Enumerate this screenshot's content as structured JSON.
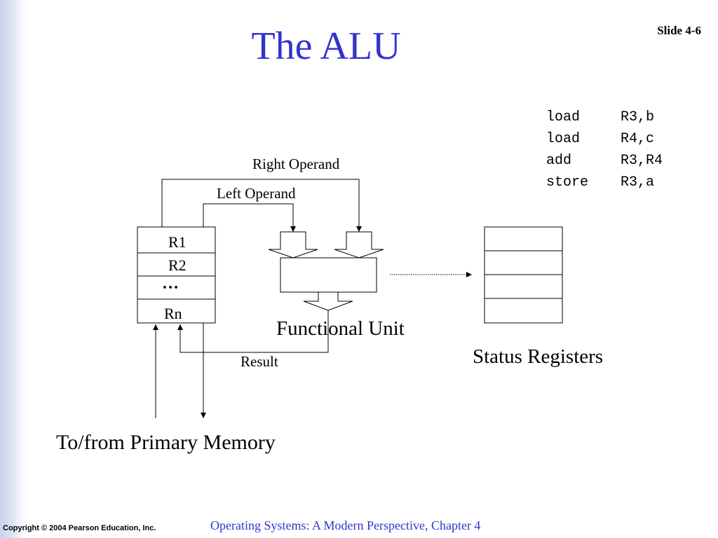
{
  "slide": {
    "title": "The ALU",
    "slide_number": "Slide 4-6",
    "title_color": "#3333cc"
  },
  "code": [
    {
      "op": "load",
      "args": "R3,b"
    },
    {
      "op": "load",
      "args": "R4,c"
    },
    {
      "op": "add",
      "args": "R3,R4"
    },
    {
      "op": "store",
      "args": "R3,a"
    }
  ],
  "diagram": {
    "registers": [
      "R1",
      "R2",
      "…",
      "Rn"
    ],
    "right_operand_label": "Right Operand",
    "left_operand_label": "Left Operand",
    "functional_unit_label": "Functional Unit",
    "result_label": "Result",
    "status_registers_label": "Status Registers",
    "memory_label": "To/from Primary Memory"
  },
  "footer": {
    "copyright": "Copyright © 2004 Pearson Education, Inc.",
    "chapter": "Operating Systems: A Modern Perspective, Chapter 4"
  }
}
